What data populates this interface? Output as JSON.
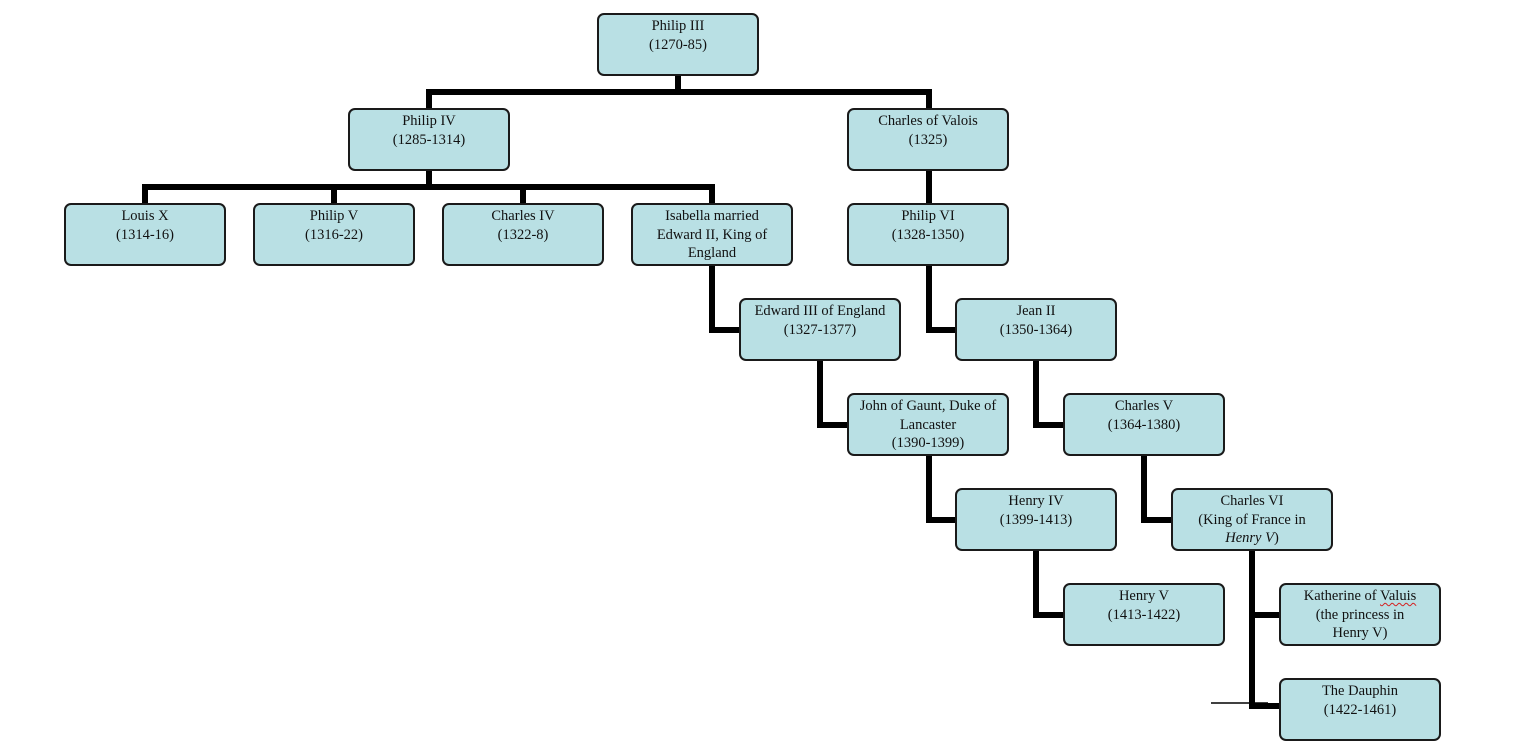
{
  "diagram": {
    "line_color": "#000000",
    "box_fill": "#b9e0e4",
    "box_border": "#1a1a1a",
    "spellcheck_color": "#d42020",
    "nodes": {
      "philip_iii": {
        "name": "Philip III",
        "years": "(1270-85)"
      },
      "philip_iv": {
        "name": "Philip IV",
        "years": "(1285-1314)"
      },
      "charles_of_valois": {
        "name": "Charles of Valois",
        "years": "(1325)"
      },
      "louis_x": {
        "name": "Louis X",
        "years": "(1314-16)"
      },
      "philip_v": {
        "name": "Philip V",
        "years": "(1316-22)"
      },
      "charles_iv": {
        "name": "Charles IV",
        "years": "(1322-8)"
      },
      "isabella": {
        "line1": "Isabella married",
        "line2": "Edward II, King of",
        "line3": "England"
      },
      "philip_vi": {
        "name": "Philip VI",
        "years": "(1328-1350)"
      },
      "edward_iii": {
        "name": "Edward III of England",
        "years": "(1327-1377)"
      },
      "jean_ii": {
        "name": "Jean II",
        "years": "(1350-1364)"
      },
      "john_of_gaunt": {
        "line1": "John of Gaunt, Duke of",
        "line2": "Lancaster",
        "years": "(1390-1399)"
      },
      "charles_v": {
        "name": "Charles V",
        "years": "(1364-1380)"
      },
      "henry_iv": {
        "name": "Henry IV",
        "years": "(1399-1413)"
      },
      "charles_vi": {
        "name": "Charles VI",
        "line2": "(King of France in",
        "line3_italic": "Henry V",
        "line3_close": ")"
      },
      "henry_v": {
        "name": "Henry V",
        "years": "(1413-1422)"
      },
      "katherine": {
        "line1_prefix": "Katherine of ",
        "line1_flagged": "Valuis",
        "line2": "(the princess in",
        "line3": "Henry V)"
      },
      "dauphin": {
        "name": "The Dauphin",
        "years": "(1422-1461)"
      }
    }
  }
}
